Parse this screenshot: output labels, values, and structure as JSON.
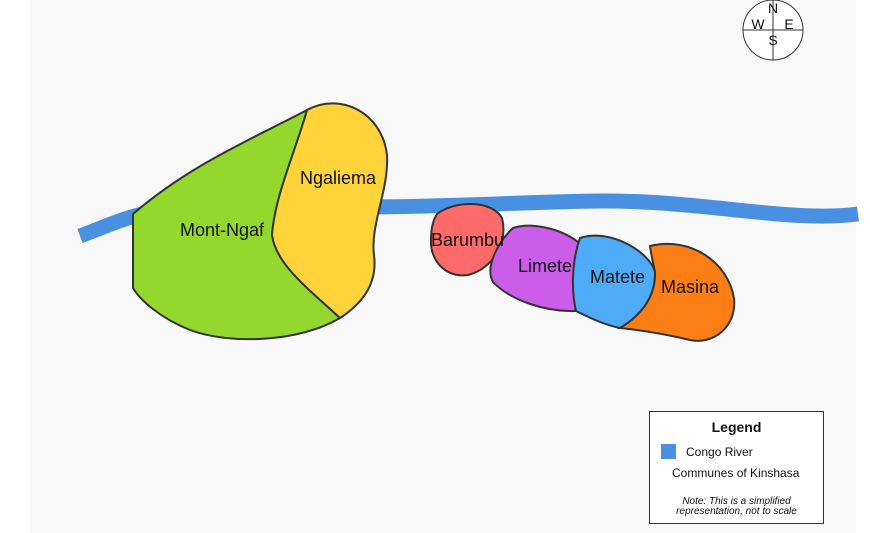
{
  "map": {
    "river": {
      "name": "Congo River",
      "color": "#4a90e2"
    },
    "communes": [
      {
        "id": "mont-ngafula",
        "name": "Mont-Ngaf",
        "color": "#94d82d"
      },
      {
        "id": "ngaliema",
        "name": "Ngaliema",
        "color": "#ffd43b"
      },
      {
        "id": "barumbu",
        "name": "Barumbu",
        "color": "#ff6b6b"
      },
      {
        "id": "limete",
        "name": "Limete",
        "color": "#cc5de8"
      },
      {
        "id": "matete",
        "name": "Matete",
        "color": "#4dabf7"
      },
      {
        "id": "masina",
        "name": "Masina",
        "color": "#fd7e14"
      }
    ],
    "compass": {
      "north": "N",
      "south": "S",
      "east": "E",
      "west": "W"
    }
  },
  "legend": {
    "title": "Legend",
    "river_label": "Congo River",
    "communes_label": "Communes of Kinshasa",
    "note_line1": "Note: This is a simplified",
    "note_line2": "representation, not to scale"
  }
}
